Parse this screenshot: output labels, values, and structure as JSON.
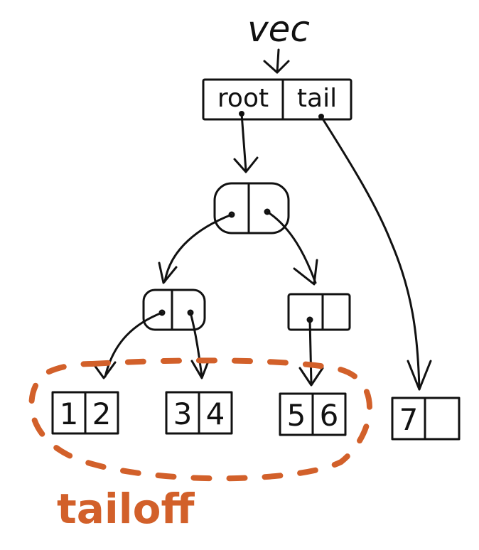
{
  "colors": {
    "ink": "#111111",
    "accent": "#d2602a",
    "background": "#ffffff"
  },
  "vector": {
    "label": "vec",
    "fields": [
      "root",
      "tail"
    ]
  },
  "tree": {
    "internal_nodes": [
      {
        "id": "root-node",
        "slots": 2
      },
      {
        "id": "left-node",
        "slots": 2
      },
      {
        "id": "right-node",
        "slots": 2
      }
    ],
    "leaves": [
      {
        "id": "leaf-1",
        "values": [
          "1",
          "2"
        ]
      },
      {
        "id": "leaf-2",
        "values": [
          "3",
          "4"
        ]
      },
      {
        "id": "leaf-3",
        "values": [
          "5",
          "6"
        ]
      }
    ]
  },
  "tail_leaf": {
    "values": [
      "7",
      ""
    ]
  },
  "region": {
    "label": "tailoff"
  }
}
